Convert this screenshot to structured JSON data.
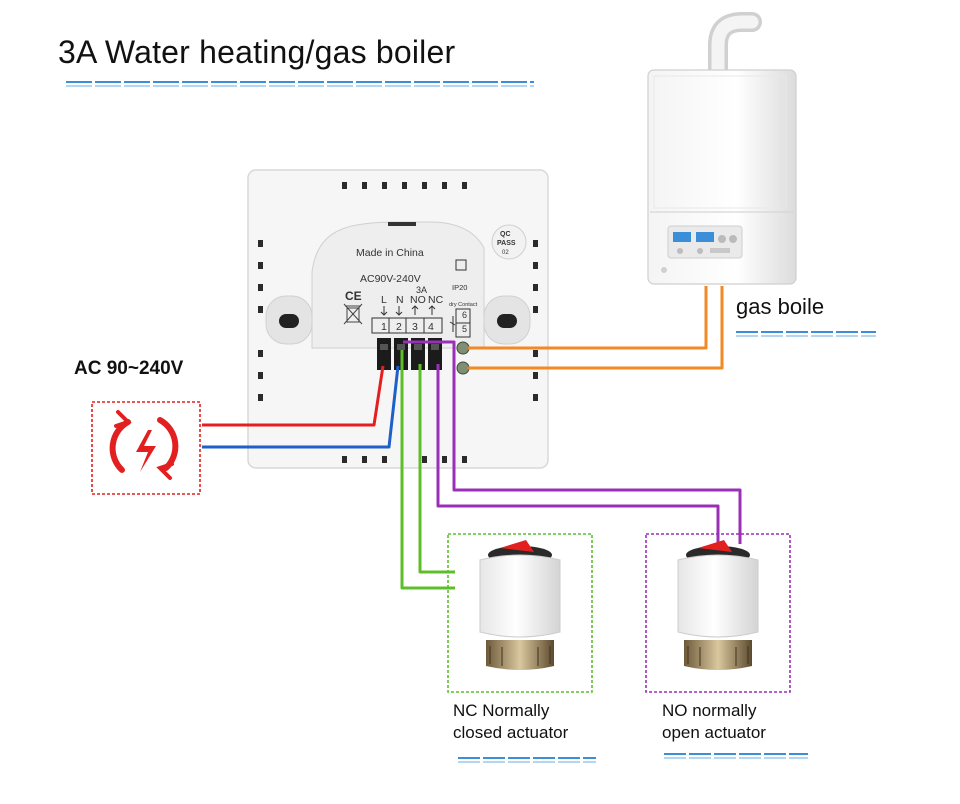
{
  "title": "3A Water heating/gas boiler",
  "power_label": "AC 90~240V",
  "boiler_label": "gas boile",
  "thermostat": {
    "made_in": "Made in China",
    "voltage": "AC90V-240V",
    "current": "3A",
    "rating": "IP20",
    "dry_contact": "dry Contact",
    "qc": [
      "QC",
      "PASS",
      "02"
    ],
    "terminal_letters": [
      "L",
      "N",
      "NO",
      "NC"
    ],
    "terminal_numbers": [
      "1",
      "2",
      "3",
      "4"
    ],
    "dry_numbers": [
      "6",
      "5"
    ],
    "ce_mark": "CE"
  },
  "actuators": {
    "nc": {
      "line1": "NC Normally",
      "line2": "closed actuator"
    },
    "no": {
      "line1": "NO normally",
      "line2": "open actuator"
    }
  },
  "colors": {
    "live_wire": "#e32020",
    "neutral_wire": "#1f5fc8",
    "nc_wire": "#5cbf2a",
    "no_wire": "#9b2fb8",
    "boiler_wire": "#f08a24",
    "power_box": "#e32020",
    "underline": "#3a8fd8"
  },
  "icons": [
    "power-switch-icon",
    "ce-icon",
    "weee-bin-icon"
  ]
}
